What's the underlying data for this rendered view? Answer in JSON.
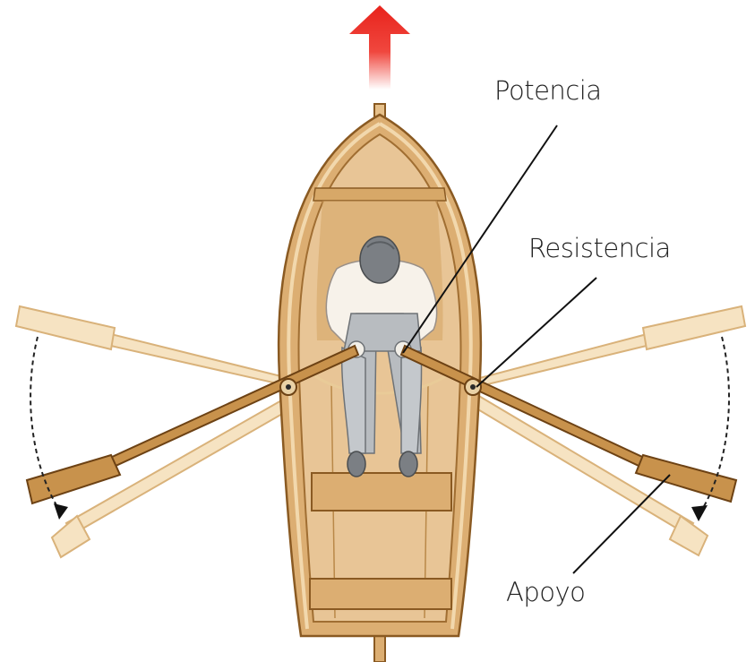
{
  "labels": {
    "potencia": "Potencia",
    "resistencia": "Resistencia",
    "apoyo": "Apoyo"
  },
  "colors": {
    "arrow": "#e8231c",
    "hull": "#dcae72",
    "hull_outline": "#8a5a22",
    "interior": "#e8c596",
    "oar_active": "#c8924c",
    "oar_ghost": "#f3dcb4",
    "shirt": "#f7f2ea",
    "pants": "#b8bcc0",
    "hair": "#7b7f84"
  },
  "icons": {
    "direction": "up-arrow-icon"
  }
}
